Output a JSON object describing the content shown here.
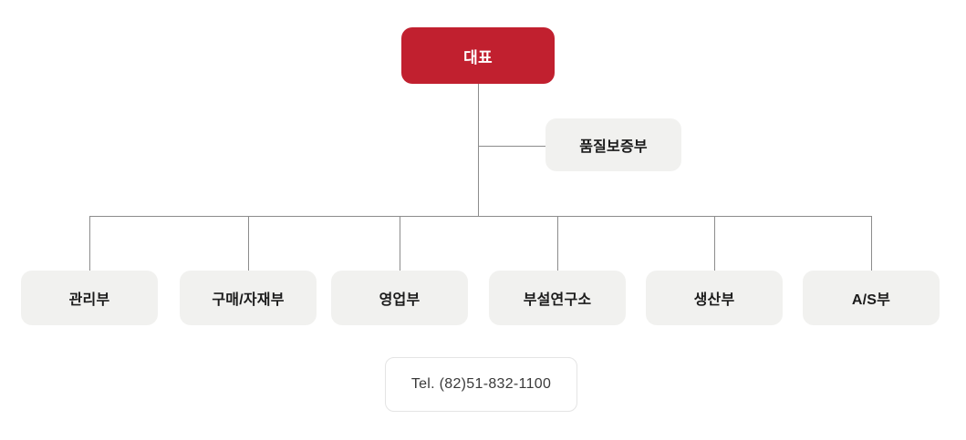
{
  "org_chart": {
    "root": {
      "label": "대표"
    },
    "staff": {
      "label": "품질보증부"
    },
    "departments": [
      {
        "label": "관리부"
      },
      {
        "label": "구매/자재부"
      },
      {
        "label": "영업부"
      },
      {
        "label": "부설연구소"
      },
      {
        "label": "생산부"
      },
      {
        "label": "A/S부"
      }
    ],
    "contact": {
      "label": "Tel. (82)51-832-1100"
    },
    "colors": {
      "root_bg": "#C1202F",
      "root_text": "#FFFFFF",
      "dept_bg": "#F1F1EF",
      "dept_text": "#1B1B1B",
      "connector_line": "#8C8C8C",
      "contact_border": "#E4E4E4",
      "contact_text": "#3A3A3A"
    }
  }
}
